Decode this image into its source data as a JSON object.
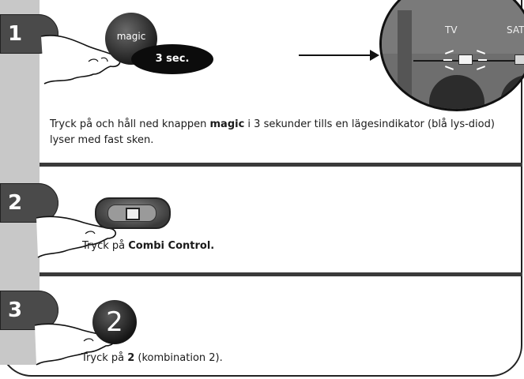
{
  "steps": [
    {
      "number": "1",
      "button_label": "magic",
      "hold_badge": "3 sec.",
      "text_pre": "Tryck på och håll ned knappen ",
      "text_bold": "magic",
      "text_post": " i 3 sekunder tills en lägesindikator (blå lys-diod) lyser med fast sken."
    },
    {
      "number": "2",
      "text_pre": "Tryck på ",
      "text_bold": "Combi Control.",
      "text_post": ""
    },
    {
      "number": "3",
      "button_label": "2",
      "text_pre": "Tryck på ",
      "text_bold": "2",
      "text_post": " (kombination 2)."
    }
  ],
  "remote": {
    "label_tv": "TV",
    "label_sat": "SAT"
  },
  "colors": {
    "strip": "#c8c8c8",
    "badge": "#4a4a4a",
    "divider": "#3a3a3a"
  }
}
